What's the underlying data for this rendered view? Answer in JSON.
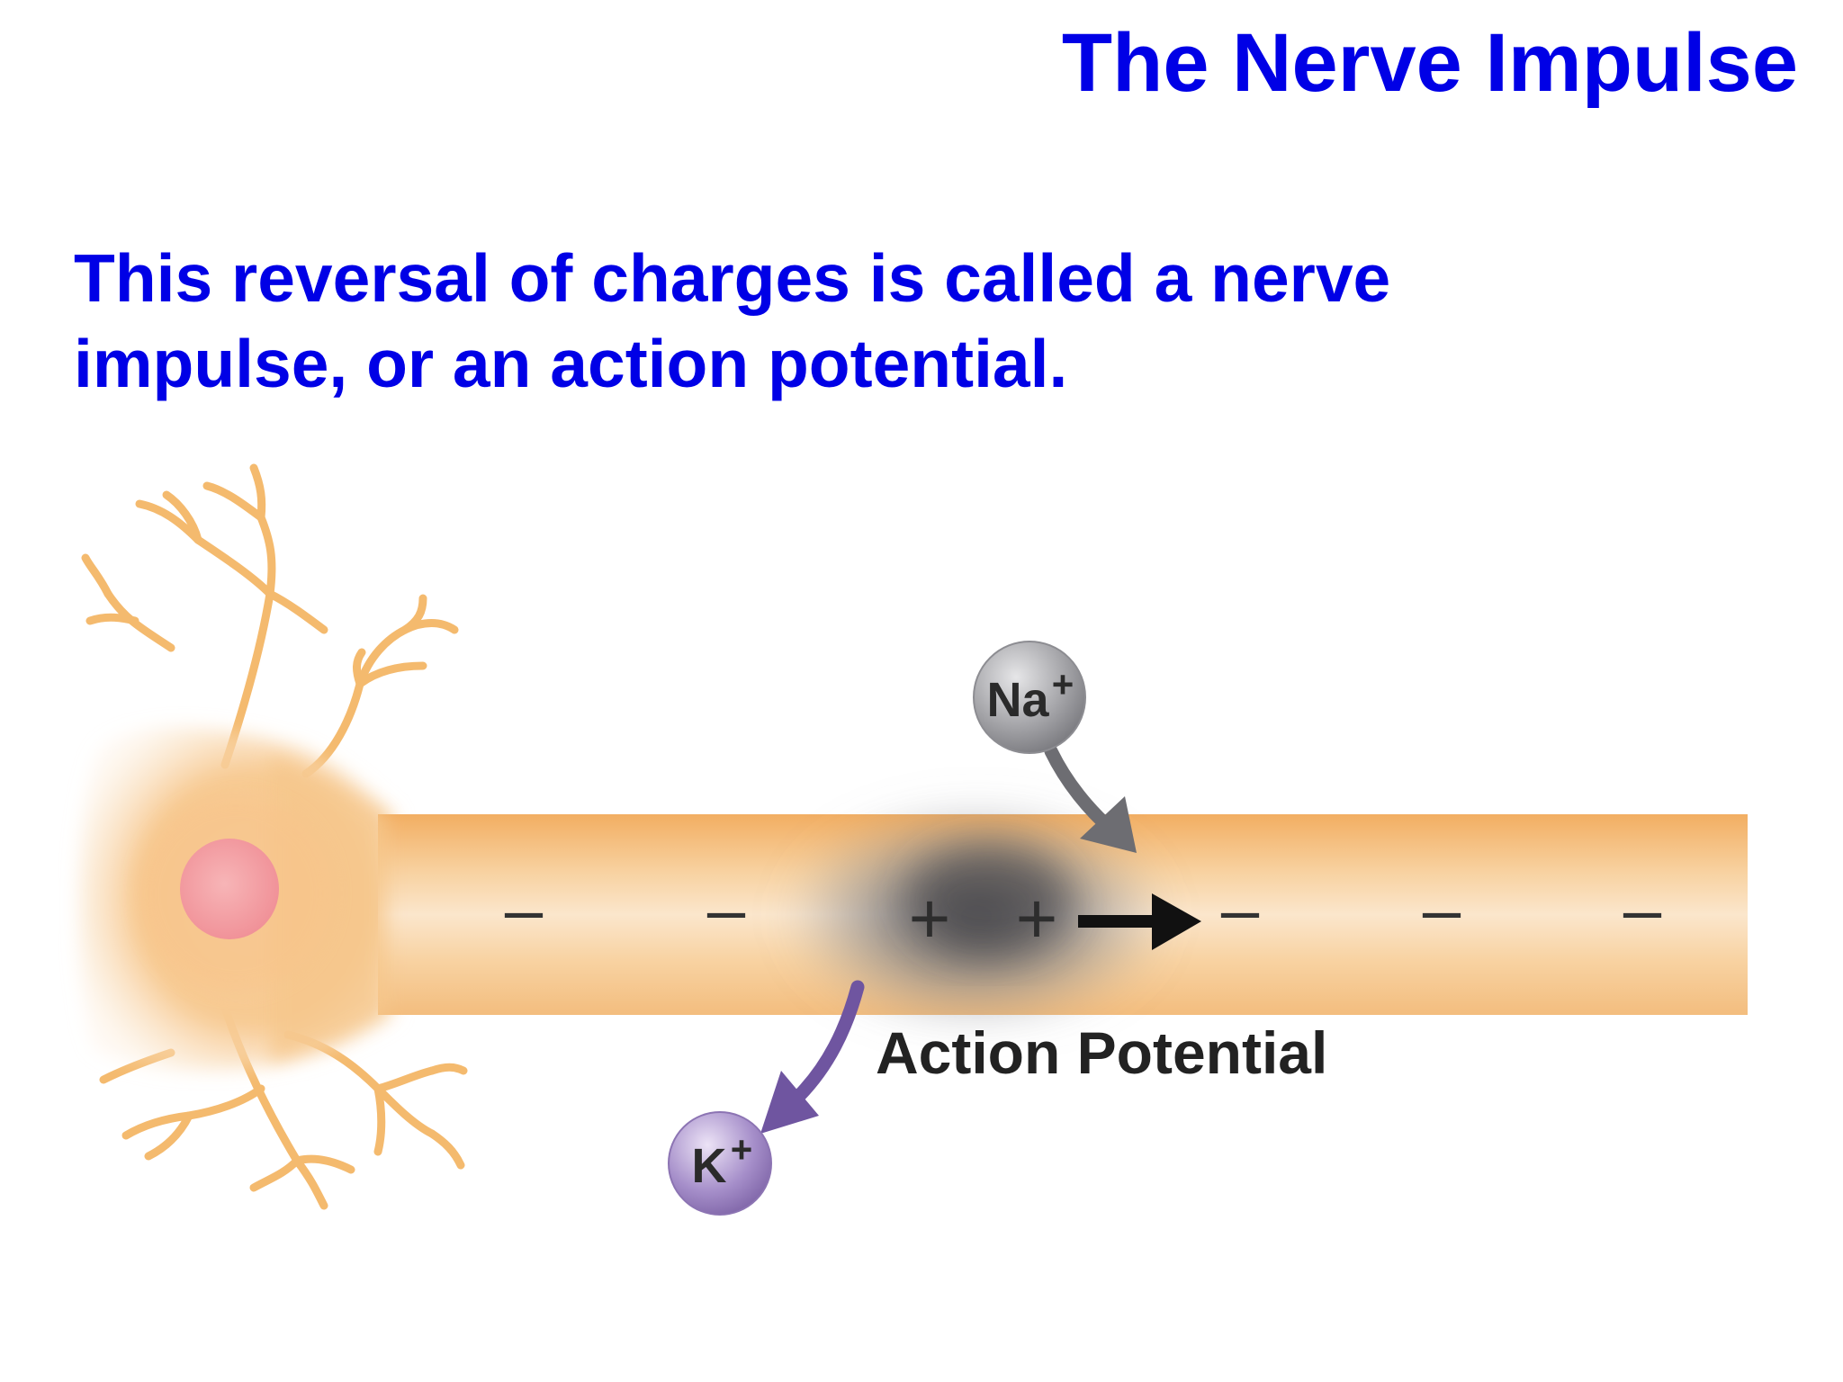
{
  "slide": {
    "title": "The Nerve Impulse",
    "body": "This reversal of charges is called a nerve impulse, or an action potential."
  },
  "diagram": {
    "na_ion": {
      "symbol": "Na",
      "charge": "+"
    },
    "k_ion": {
      "symbol": "K",
      "charge": "+"
    },
    "charges": {
      "left_negatives": [
        "–",
        "–"
      ],
      "positives": [
        "+",
        "+"
      ],
      "right_negatives": [
        "–",
        "–",
        "–"
      ]
    },
    "label": "Action Potential",
    "colors": {
      "text_blue": "#0000e6",
      "axon_orange": "#f2b974",
      "na_gray": "#a3a3a7",
      "k_purple": "#9a81bf",
      "k_arrow": "#6f55a0",
      "na_arrow": "#6d6d72",
      "nucleus": "#f3a3a8"
    }
  }
}
